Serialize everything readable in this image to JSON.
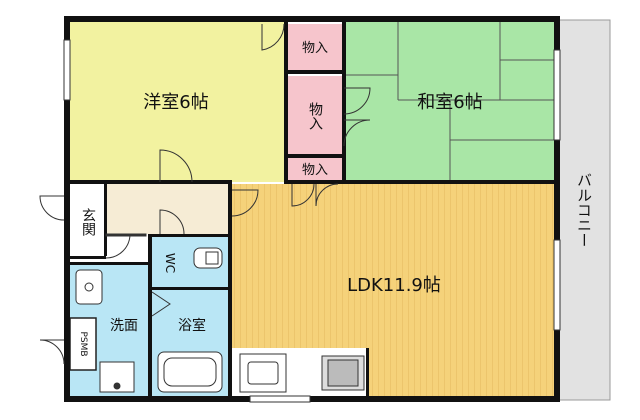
{
  "rooms": {
    "western": "洋室6帖",
    "japanese": "和室6帖",
    "ldk": "LDK11.9帖",
    "entrance": "玄関",
    "washroom": "洗面",
    "bathroom": "浴室",
    "wc": "WC",
    "balcony": "バルコニー",
    "closet": "物入",
    "psmb": "PSMB"
  },
  "colors": {
    "western": "#f2f2a0",
    "japanese": "#a9e6a6",
    "ldk": "#f5d27a",
    "closet": "#f6c5cc",
    "hall": "#f6ecd5",
    "water": "#b9e6f5",
    "balcony": "#e2e2e2"
  }
}
